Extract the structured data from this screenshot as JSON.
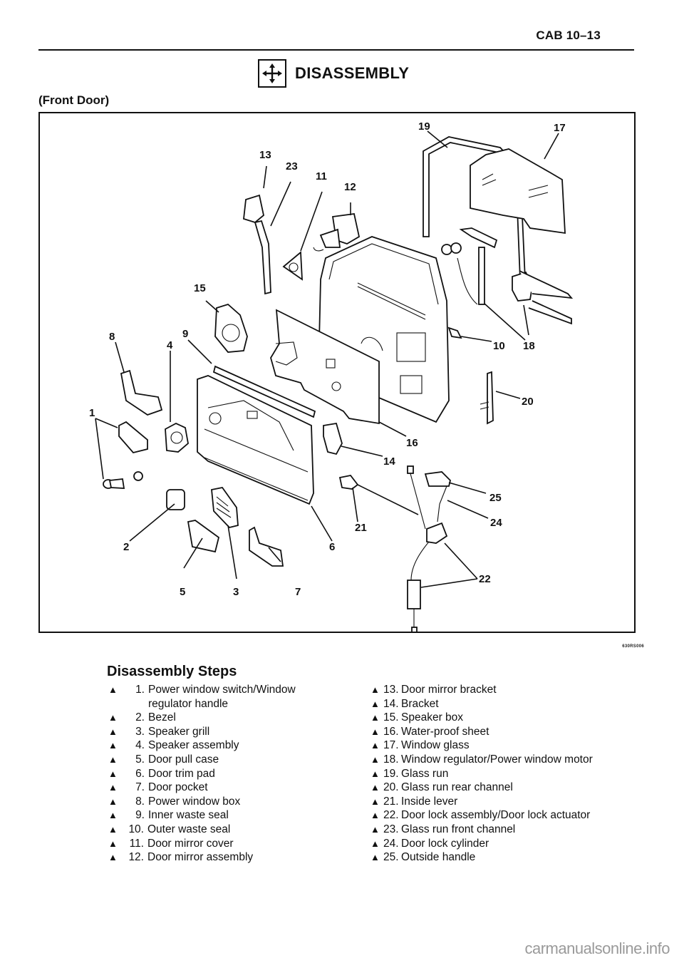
{
  "header": {
    "page_number": "CAB 10–13"
  },
  "section": {
    "icon": "disassembly-arrows-icon",
    "title": "DISASSEMBLY",
    "subtitle": "(Front Door)"
  },
  "diagram": {
    "image_id": "630RS006",
    "callouts": [
      "1",
      "2",
      "3",
      "4",
      "5",
      "6",
      "7",
      "8",
      "9",
      "10",
      "11",
      "12",
      "13",
      "14",
      "15",
      "16",
      "17",
      "18",
      "19",
      "20",
      "21",
      "22",
      "23",
      "24",
      "25"
    ]
  },
  "steps": {
    "title": "Disassembly Steps",
    "marker": "▲",
    "left": [
      {
        "num": "1.",
        "label": "Power window switch/Window",
        "cont": "regulator handle"
      },
      {
        "num": "2.",
        "label": "Bezel"
      },
      {
        "num": "3.",
        "label": "Speaker grill"
      },
      {
        "num": "4.",
        "label": "Speaker assembly"
      },
      {
        "num": "5.",
        "label": "Door pull case"
      },
      {
        "num": "6.",
        "label": "Door trim pad"
      },
      {
        "num": "7.",
        "label": "Door pocket"
      },
      {
        "num": "8.",
        "label": "Power window box"
      },
      {
        "num": "9.",
        "label": "Inner waste seal"
      },
      {
        "num": "10.",
        "label": "Outer waste seal"
      },
      {
        "num": "11.",
        "label": "Door mirror cover"
      },
      {
        "num": "12.",
        "label": "Door mirror assembly"
      }
    ],
    "right": [
      {
        "num": "13.",
        "label": "Door mirror bracket"
      },
      {
        "num": "14.",
        "label": "Bracket"
      },
      {
        "num": "15.",
        "label": "Speaker box"
      },
      {
        "num": "16.",
        "label": "Water-proof sheet"
      },
      {
        "num": "17.",
        "label": "Window glass"
      },
      {
        "num": "18.",
        "label": "Window regulator/Power window motor"
      },
      {
        "num": "19.",
        "label": "Glass run"
      },
      {
        "num": "20.",
        "label": "Glass run rear channel"
      },
      {
        "num": "21.",
        "label": "Inside lever"
      },
      {
        "num": "22.",
        "label": "Door lock assembly/Door lock actuator"
      },
      {
        "num": "23.",
        "label": "Glass run front channel"
      },
      {
        "num": "24.",
        "label": "Door lock cylinder"
      },
      {
        "num": "25.",
        "label": "Outside handle"
      }
    ]
  },
  "watermark": "carmanualsonline.info"
}
